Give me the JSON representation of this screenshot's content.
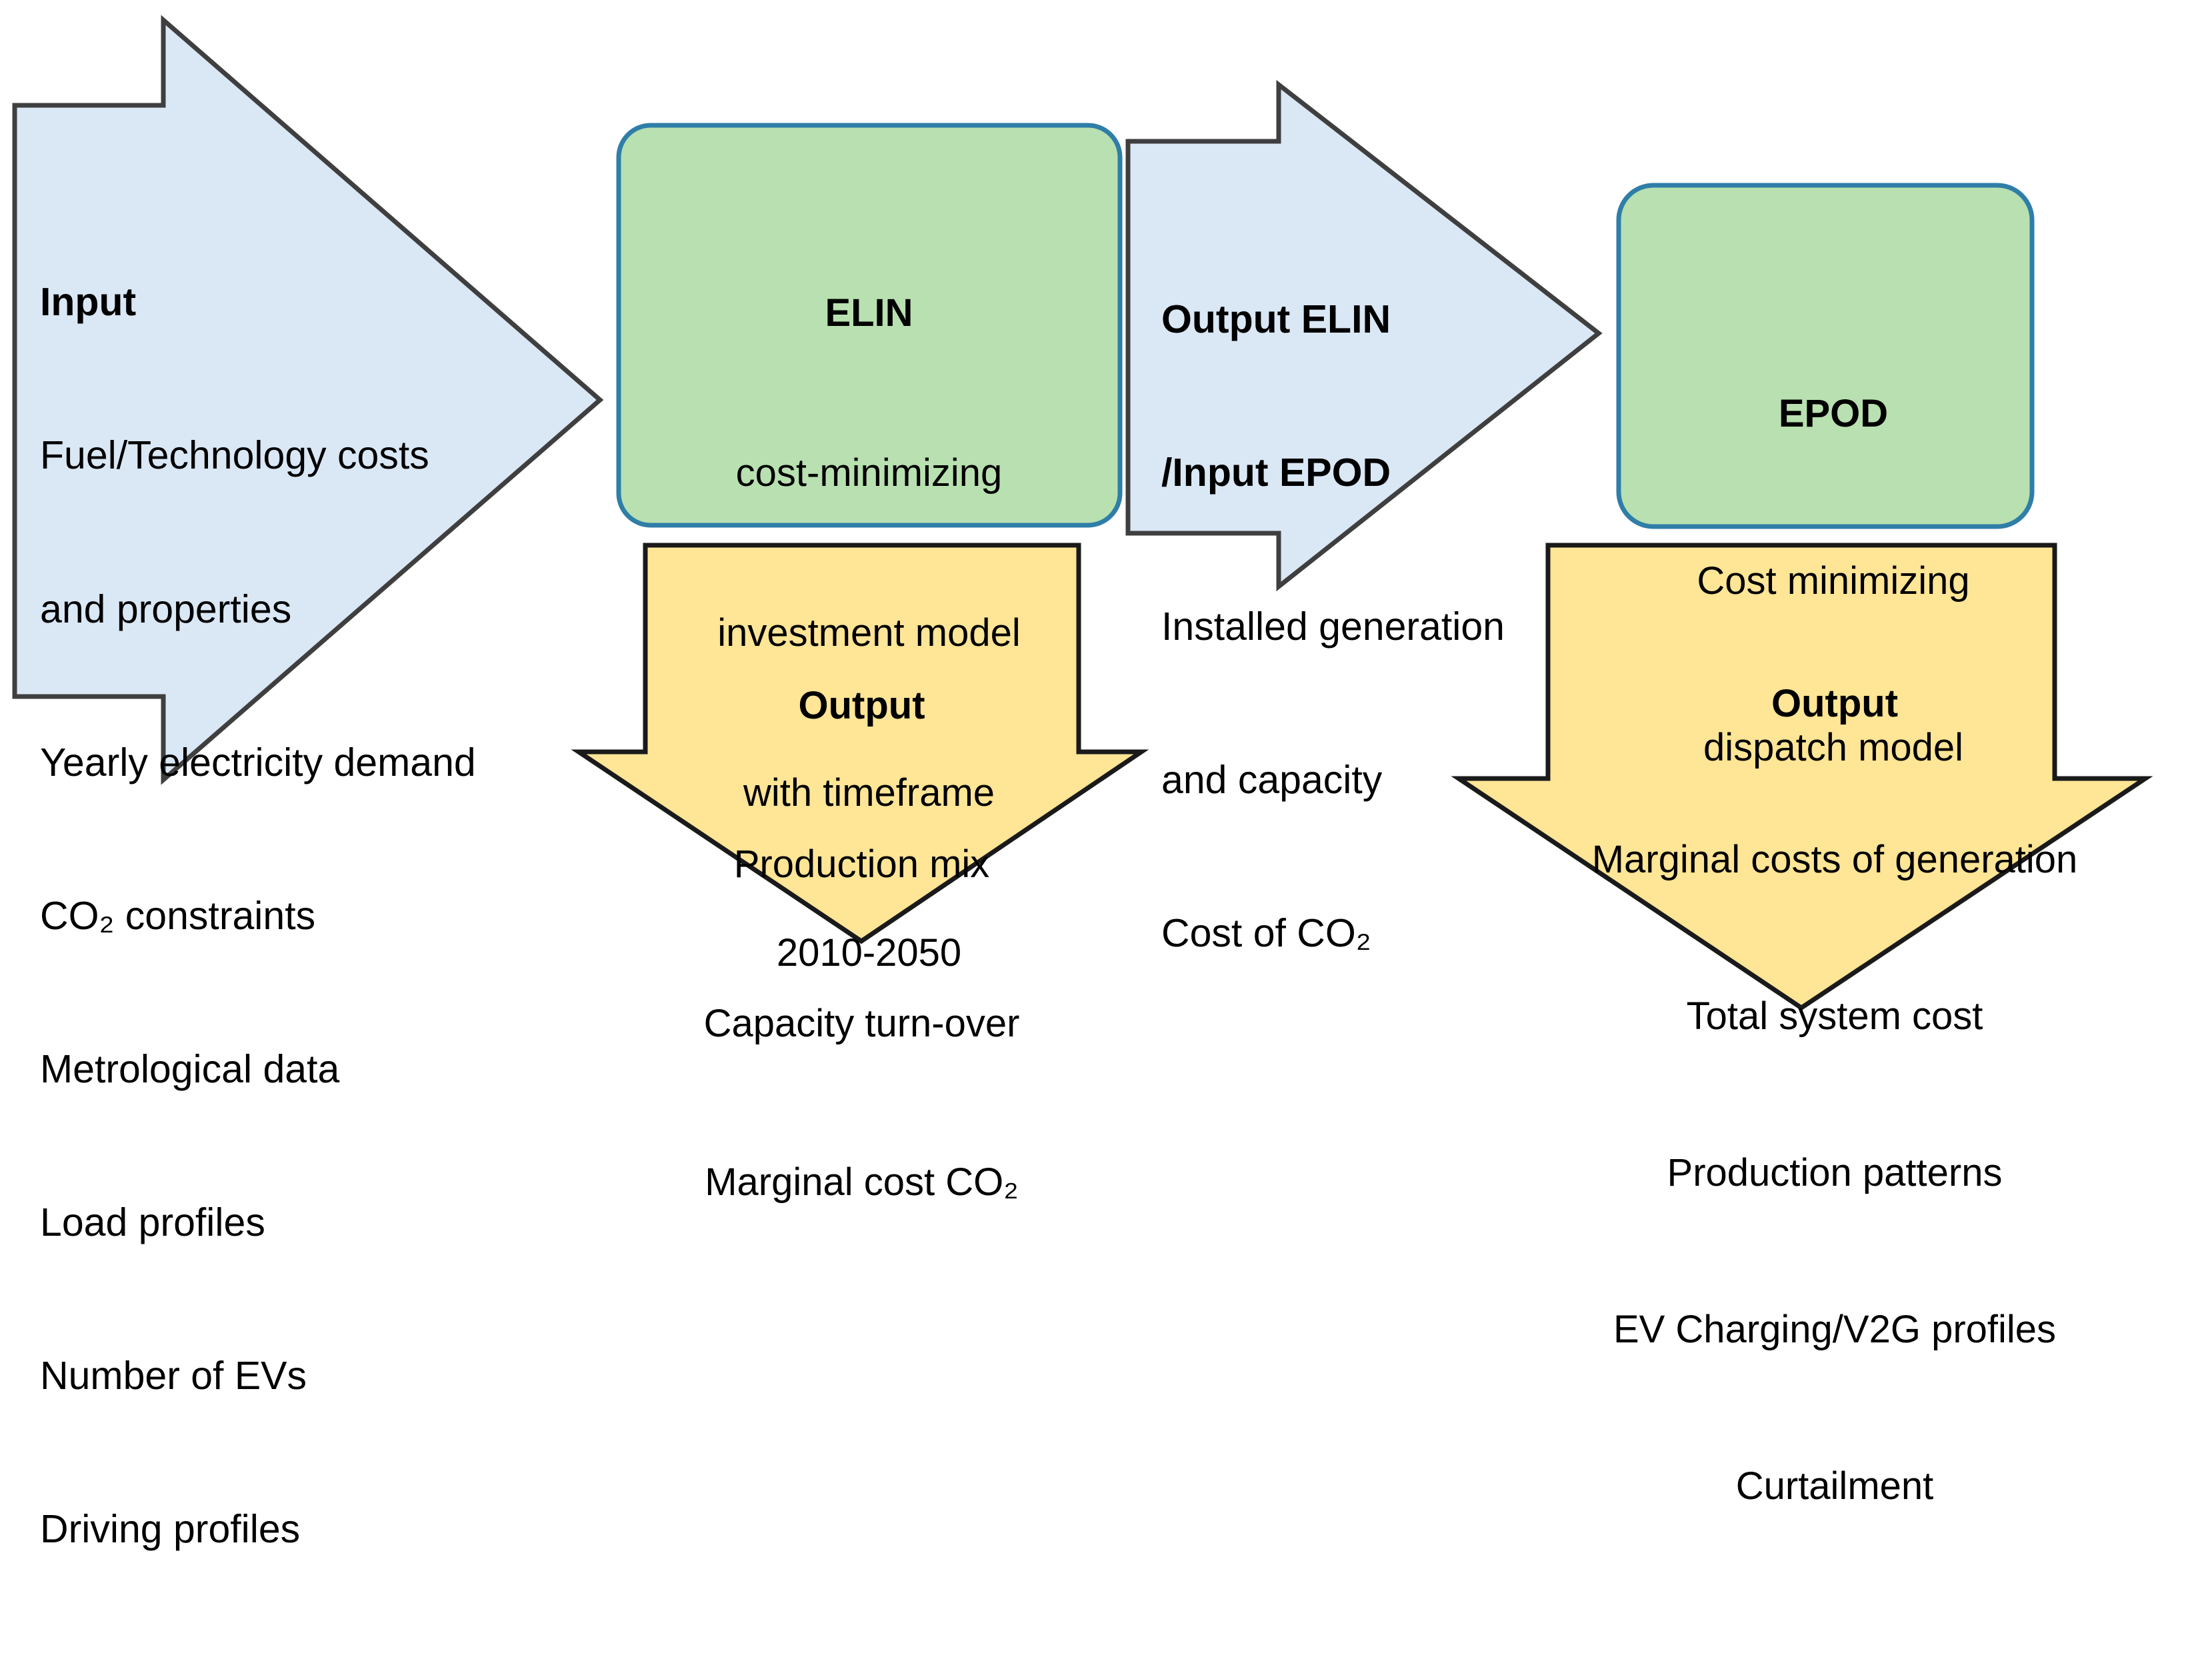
{
  "diagram": {
    "title": "ELIN / EPOD model flow",
    "colors": {
      "blue_fill": "#dae7f5",
      "blue_stroke": "#3f3f3f",
      "green_fill": "#b8e0b0",
      "green_stroke": "#2f7ea8",
      "yellow_fill": "#ffe596",
      "yellow_stroke": "#1a1a1a",
      "text": "#000000"
    }
  },
  "input_arrow": {
    "heading": "Input",
    "items": [
      "Fuel/Technology costs",
      "and properties",
      "Yearly electricity demand",
      "CO₂ constraints",
      "Metrological data",
      "Load profiles",
      "Number of EVs",
      "Driving profiles"
    ]
  },
  "elin_box": {
    "heading": "ELIN",
    "lines": [
      "cost-minimizing",
      "investment model",
      "with timeframe",
      "2010-2050"
    ]
  },
  "middle_arrow": {
    "heading_line1": "Output ELIN",
    "heading_line2": "/Input EPOD",
    "items": [
      "Installed generation",
      "and capacity",
      "Cost of CO₂"
    ]
  },
  "epod_box": {
    "heading": "EPOD",
    "lines": [
      "Cost minimizing",
      "dispatch model"
    ]
  },
  "elin_output_arrow": {
    "heading": "Output",
    "items": [
      "Production mix",
      "Capacity turn-over",
      "Marginal cost CO₂"
    ]
  },
  "epod_output_arrow": {
    "heading": "Output",
    "items": [
      "Marginal costs of generation",
      "Total system cost",
      "Production patterns",
      "EV Charging/V2G profiles",
      "Curtailment"
    ]
  }
}
